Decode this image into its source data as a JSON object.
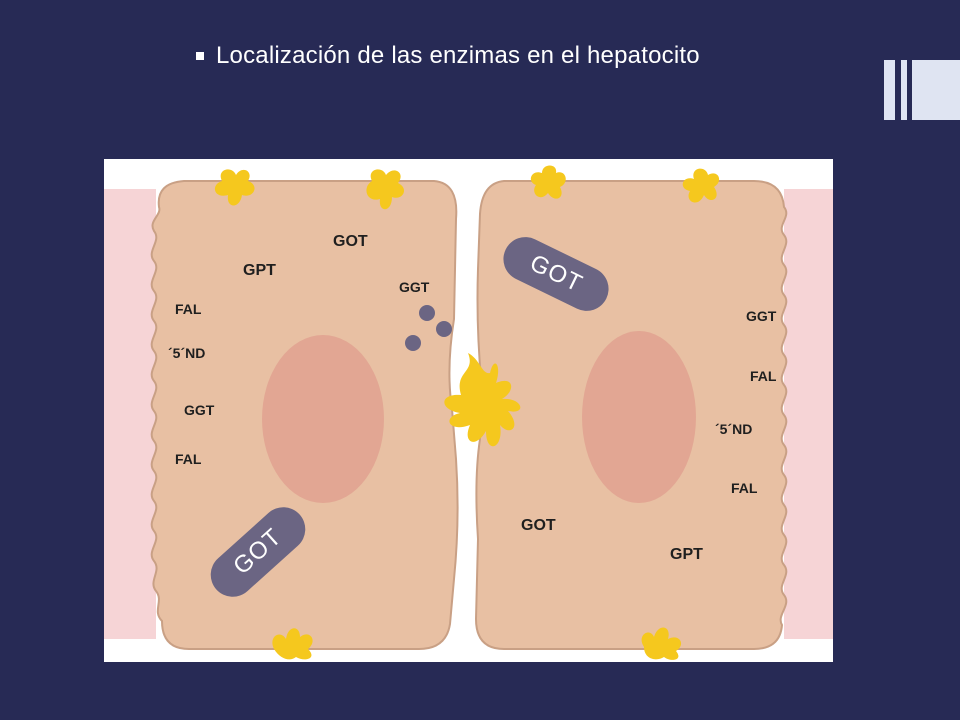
{
  "slide": {
    "title": "Localización  de las enzimas en el hepatocito"
  },
  "diagram": {
    "left_cell": {
      "labels": {
        "got": "GOT",
        "gpt": "GPT",
        "ggt_top": "GGT",
        "fal_1": "FAL",
        "nd": "´5´ND",
        "ggt_2": "GGT",
        "fal_2": "FAL"
      },
      "capsule": "GOT"
    },
    "right_cell": {
      "labels": {
        "ggt": "GGT",
        "fal_1": "FAL",
        "nd": "´5´ND",
        "fal_2": "FAL",
        "got": "GOT",
        "gpt": "GPT"
      },
      "capsule": "GOT"
    },
    "colors": {
      "cell": "#e8c0a3",
      "cell_outline": "#c9a085",
      "nucleus": "#e2a693",
      "canaliculus": "#f5c81e",
      "capsule": "#6b6583",
      "vesicle": "#6b6583",
      "sinusoid": "#f6d4d6"
    }
  }
}
